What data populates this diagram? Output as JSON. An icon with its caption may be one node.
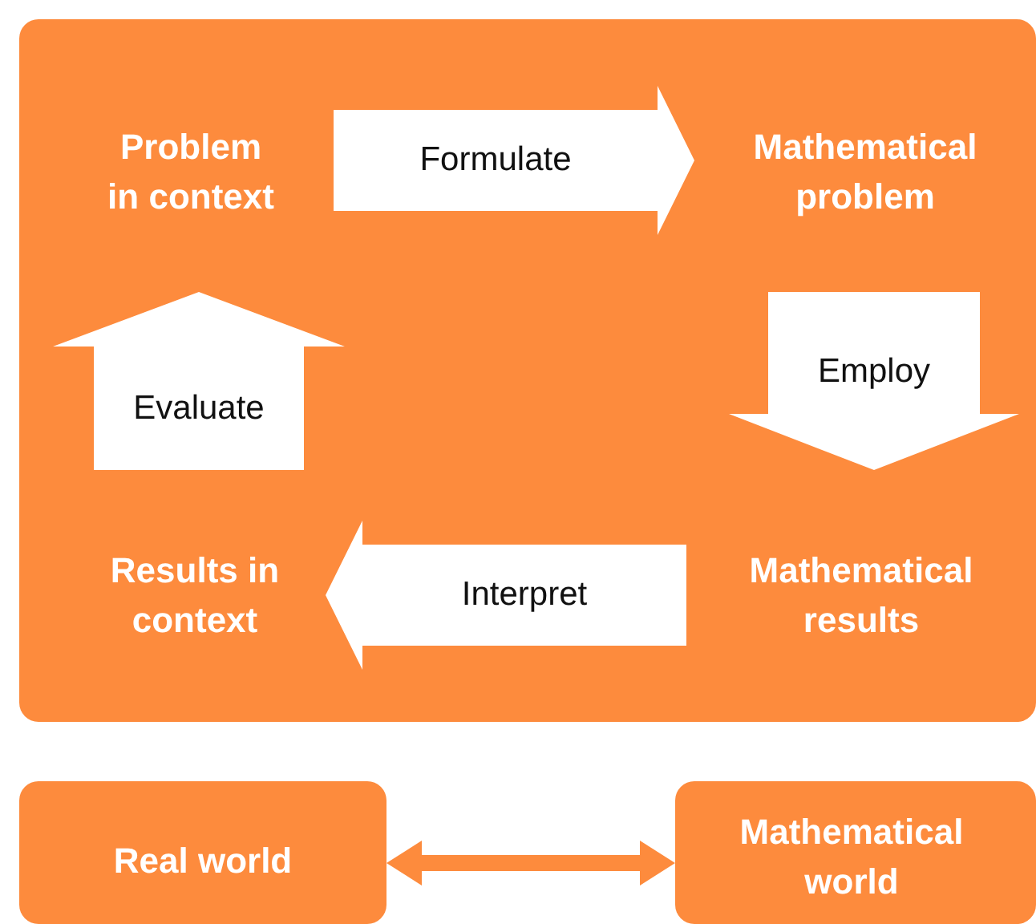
{
  "diagram": {
    "nodes": [
      {
        "text": [],
        "shape": "box"
      },
      {
        "text": [
          "Problem in context"
        ],
        "in": 0
      },
      {
        "text": [
          "Mathematical problem"
        ],
        "in": 0
      },
      {
        "text": [
          "Mathematical results"
        ],
        "in": 0
      },
      {
        "text": [
          "Results in context"
        ],
        "in": 0
      },
      {
        "text": [
          "Real world"
        ]
      },
      {
        "text": [
          "Mathematical world"
        ]
      }
    ],
    "edges": [
      {
        "from": 1,
        "to": 2,
        "arrow": "to",
        "label": "Formulate"
      },
      {
        "from": 2,
        "to": 3,
        "arrow": "to",
        "label": "Employ"
      },
      {
        "from": 3,
        "to": 4,
        "arrow": "to",
        "label": "Interpret"
      },
      {
        "from": 4,
        "to": 1,
        "arrow": "to",
        "label": "Evaluate"
      },
      {
        "from": 5,
        "to": 6,
        "arrow": "both",
        "color": "#fd8b3d"
      }
    ]
  }
}
